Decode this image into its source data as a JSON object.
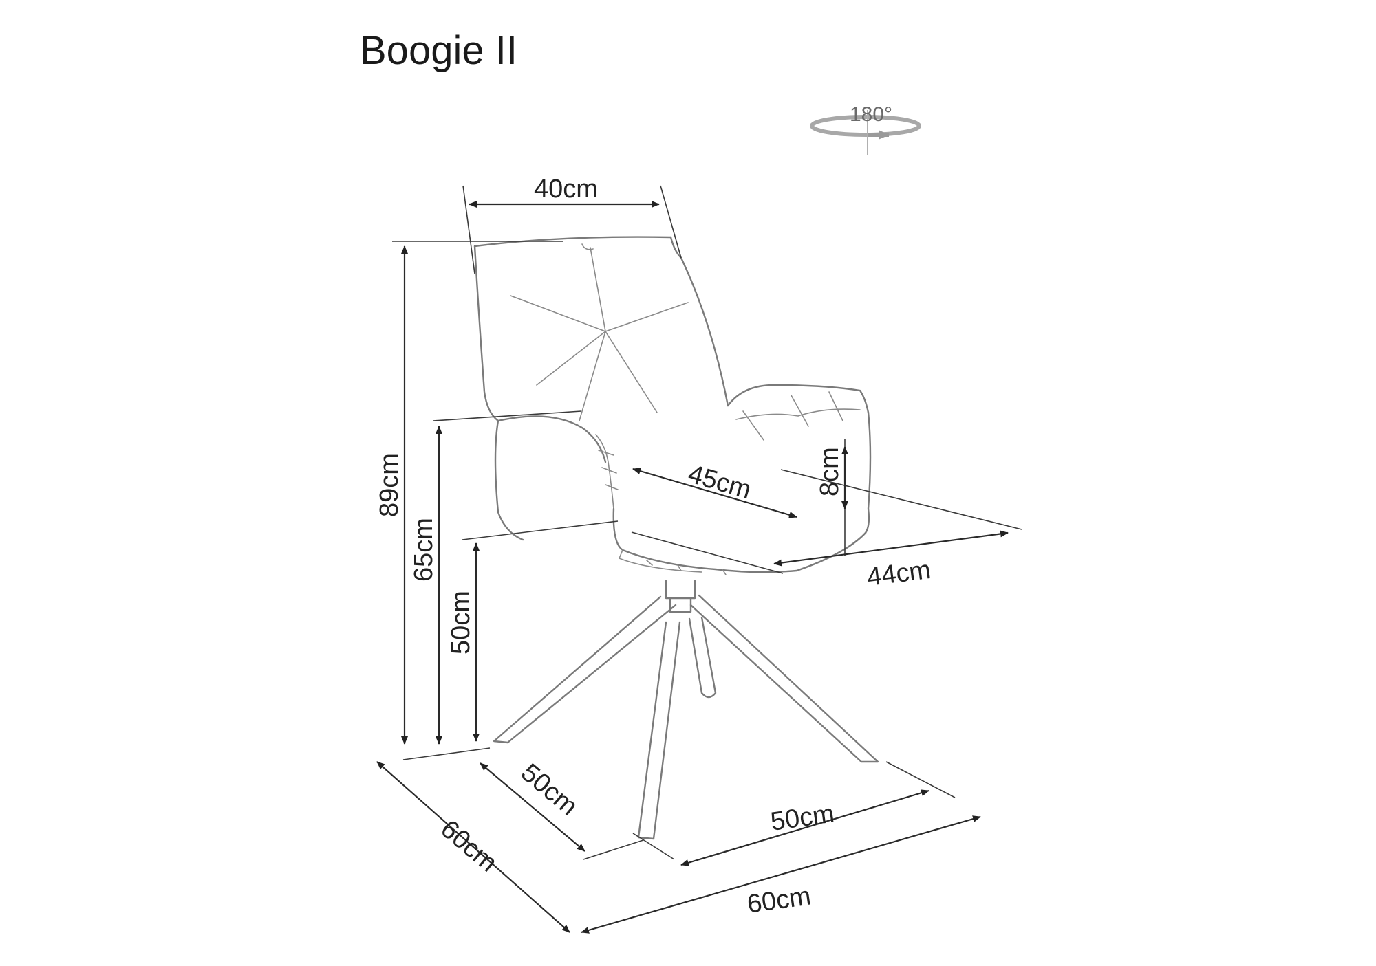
{
  "product": {
    "title": "Boogie II"
  },
  "rotation": {
    "label": "180°"
  },
  "dimensions": {
    "back_width": "40cm",
    "total_height": "89cm",
    "armrest_height": "65cm",
    "seat_height": "50cm",
    "seat_depth": "45cm",
    "armrest_thickness": "8cm",
    "seat_width": "44cm",
    "base_depth": "50cm",
    "base_width": "50cm",
    "overall_depth": "60cm",
    "overall_width": "60cm"
  }
}
